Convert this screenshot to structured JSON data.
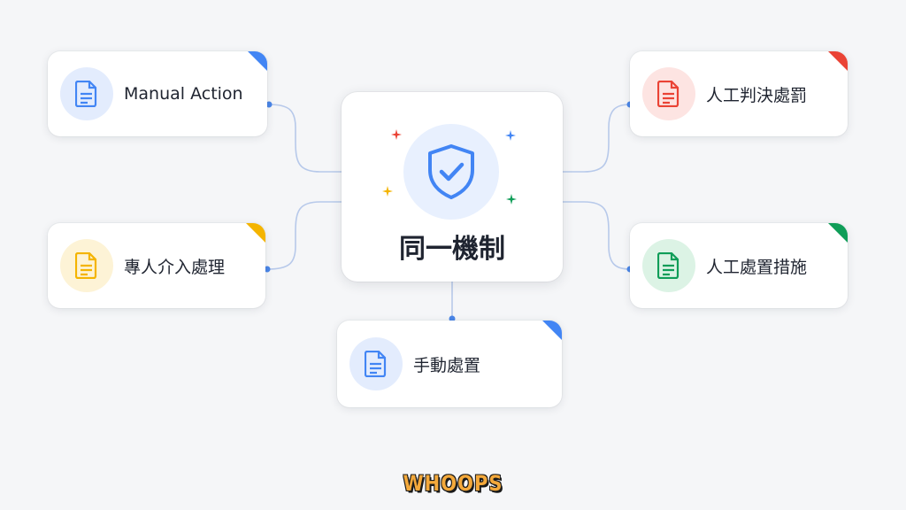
{
  "center": {
    "title": "同一機制",
    "icon": "shield-check-icon",
    "accent": "#4285f4"
  },
  "nodes": [
    {
      "id": "manual-action",
      "label": "Manual Action",
      "color": "#4285f4",
      "badge_bg": "#e3ecfd",
      "icon": "document-icon"
    },
    {
      "id": "expert-intervention",
      "label": "專人介入處理",
      "color": "#f4b400",
      "badge_bg": "#fdf3d6",
      "icon": "document-icon"
    },
    {
      "id": "manual-handling",
      "label": "手動處置",
      "color": "#4285f4",
      "badge_bg": "#e3ecfd",
      "icon": "document-icon"
    },
    {
      "id": "manual-penalty",
      "label": "人工判決處罰",
      "color": "#ea4335",
      "badge_bg": "#fde4e2",
      "icon": "document-icon"
    },
    {
      "id": "manual-measures",
      "label": "人工處置措施",
      "color": "#0f9d58",
      "badge_bg": "#dcf3e5",
      "icon": "document-icon"
    }
  ],
  "sparkle_colors": [
    "#ea4335",
    "#4285f4",
    "#f4b400",
    "#0f9d58"
  ],
  "brand": "WHOOPS"
}
